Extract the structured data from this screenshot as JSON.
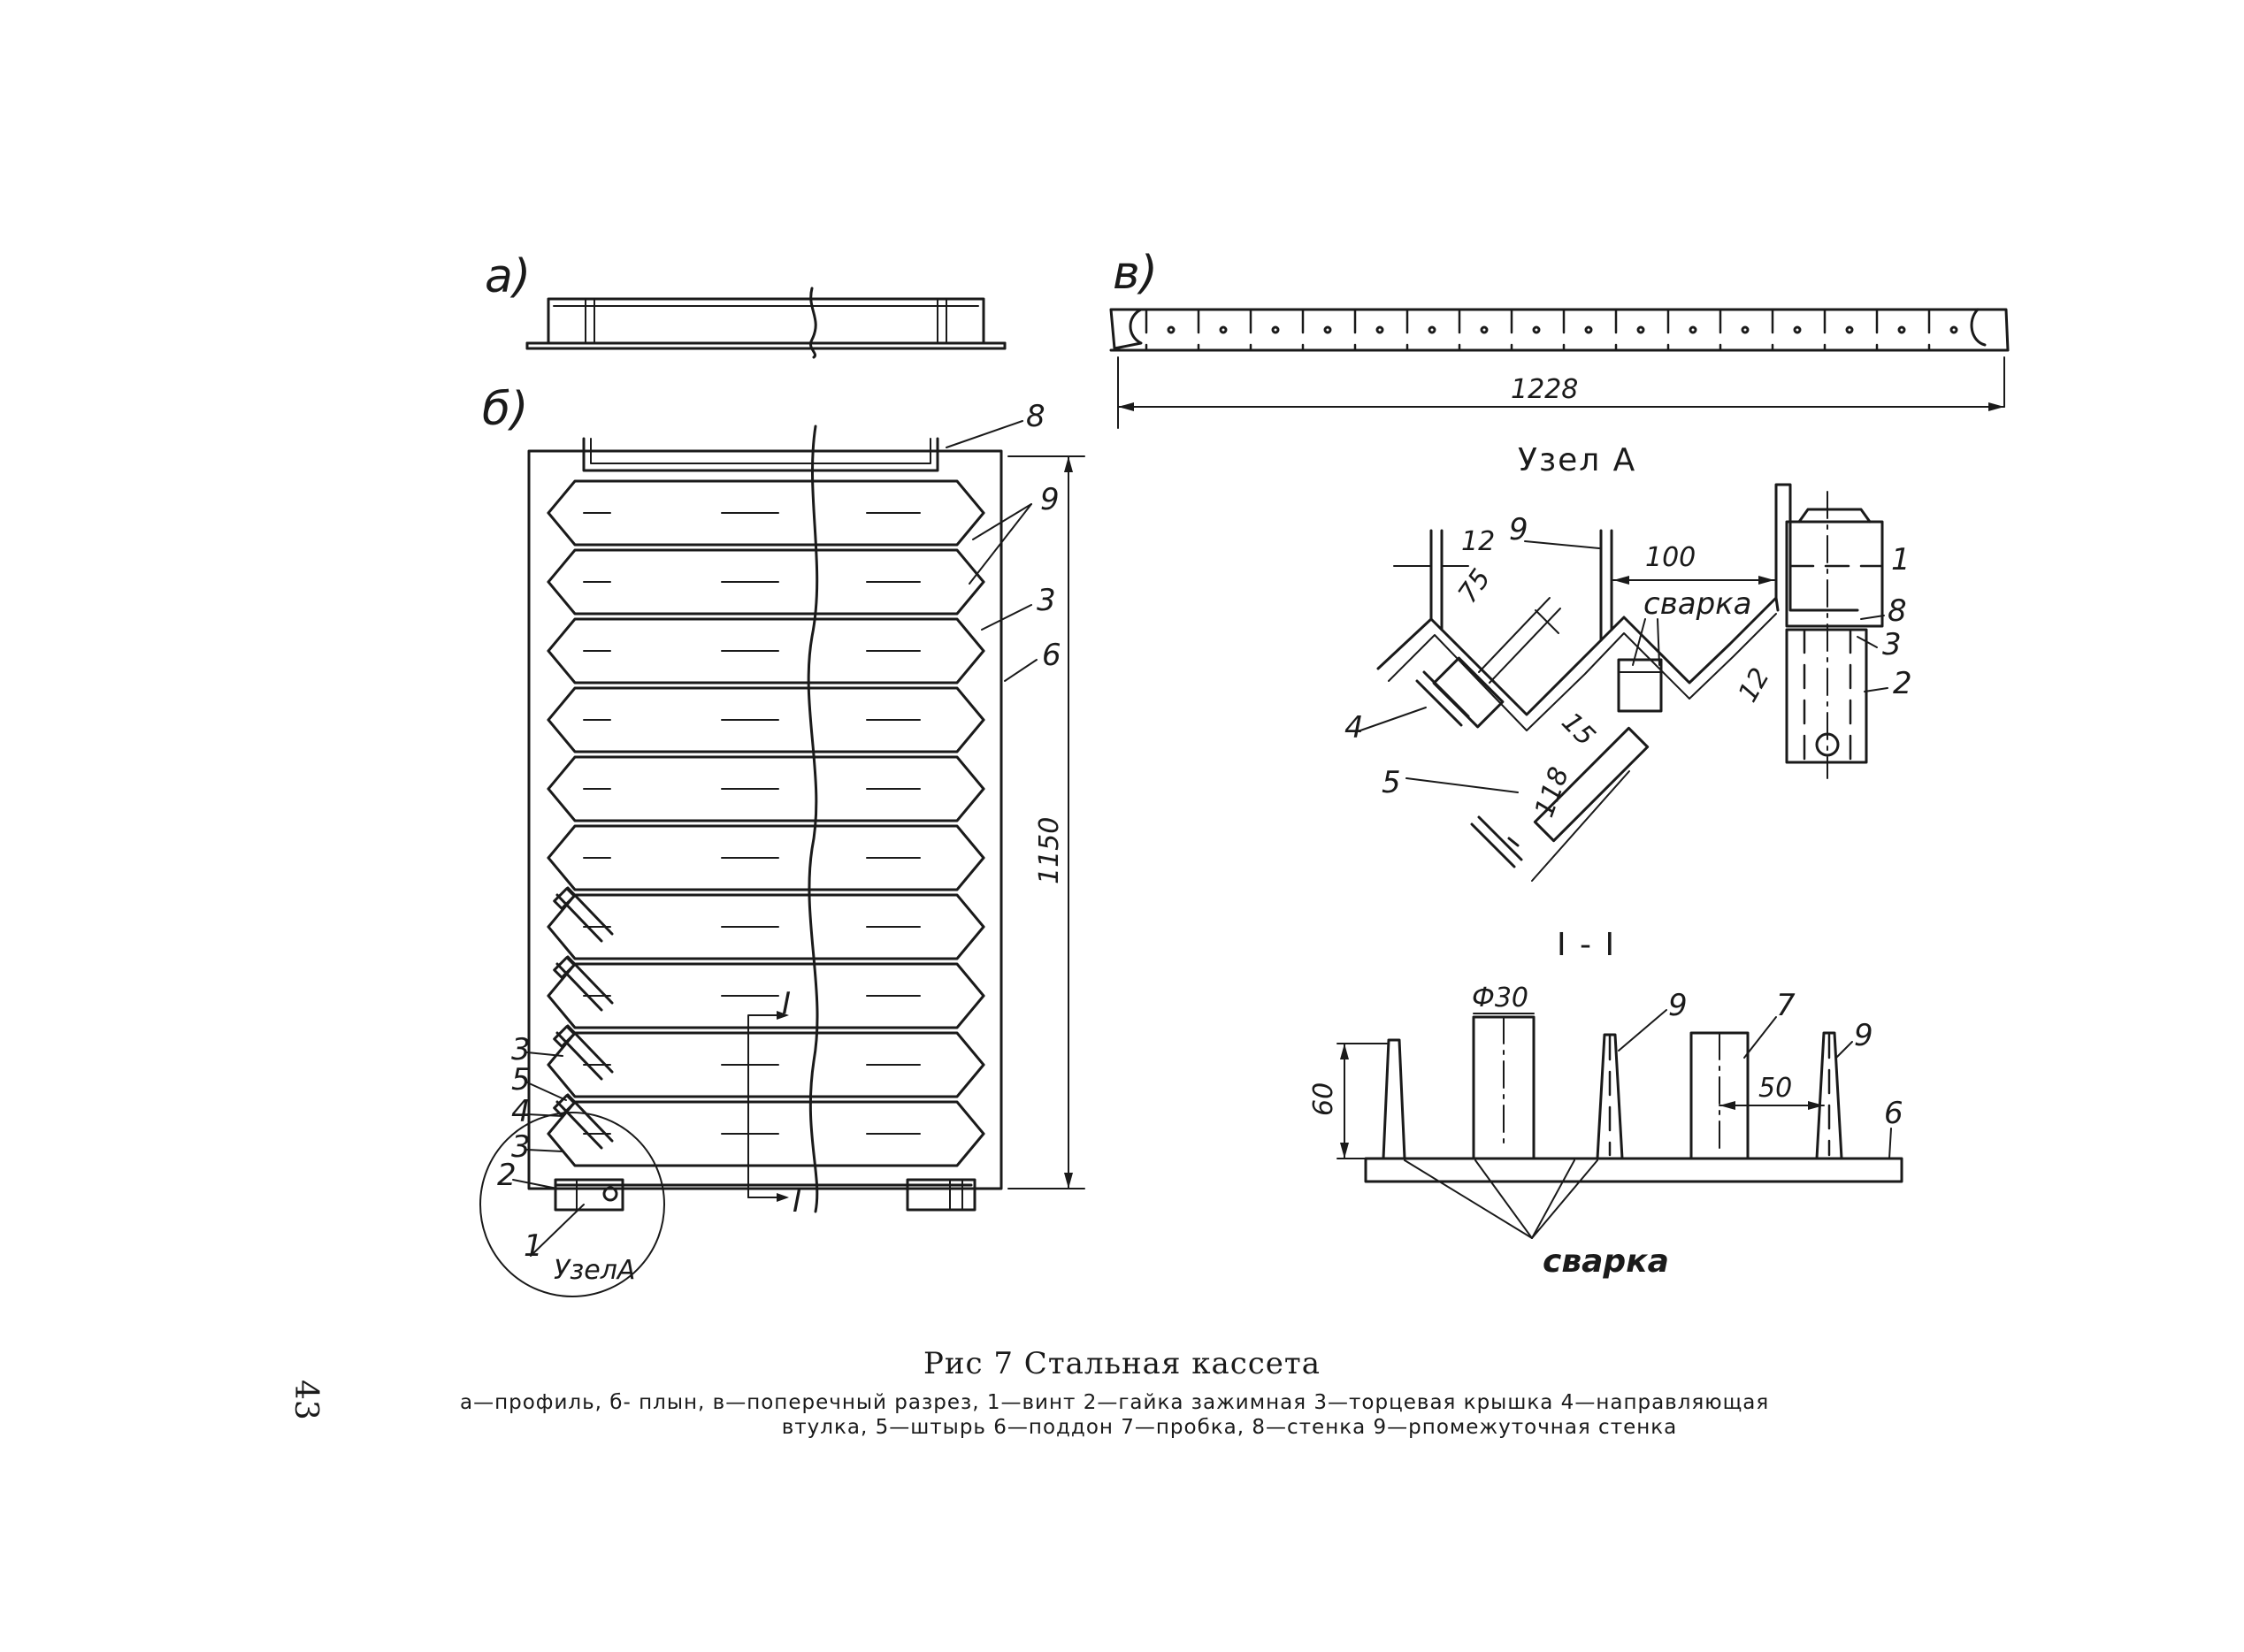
{
  "figure": {
    "title": "Рис 7  Стальная кассета",
    "legend_line1": "а—профиль, б- плын, в—поперечный разрез, 1—винт  2—гайка зажимная  3—торцевая крышка  4—направляющая",
    "legend_line2": "втулка, 5—штырь  6—поддон  7—пробка, 8—стенка  9—рпомежуточная стенка",
    "page_number": "43"
  },
  "views": {
    "profile_label": "а)",
    "plan_label": "б)",
    "section_label": "в)",
    "node_a_title": "Узел А",
    "section_i_title": "I - I",
    "node_a_callout": "УзелА"
  },
  "dimensions": {
    "section_length": "1228",
    "plan_height": "1150",
    "node_wall_thickness": "12",
    "node_pitch": "100",
    "node_depth": "75",
    "node_offset": "15",
    "pin_length": "118",
    "node_rib_thickness": "12",
    "section_diameter": "Ф30",
    "section_height": "60",
    "section_gap": "50"
  },
  "annotations": {
    "weld": "сварка",
    "weld_bottom": "сварка",
    "section_mark": "I"
  },
  "parts": {
    "p1": "1",
    "p2": "2",
    "p3": "3",
    "p4": "4",
    "p5": "5",
    "p6": "6",
    "p7": "7",
    "p8": "8",
    "p9": "9"
  }
}
